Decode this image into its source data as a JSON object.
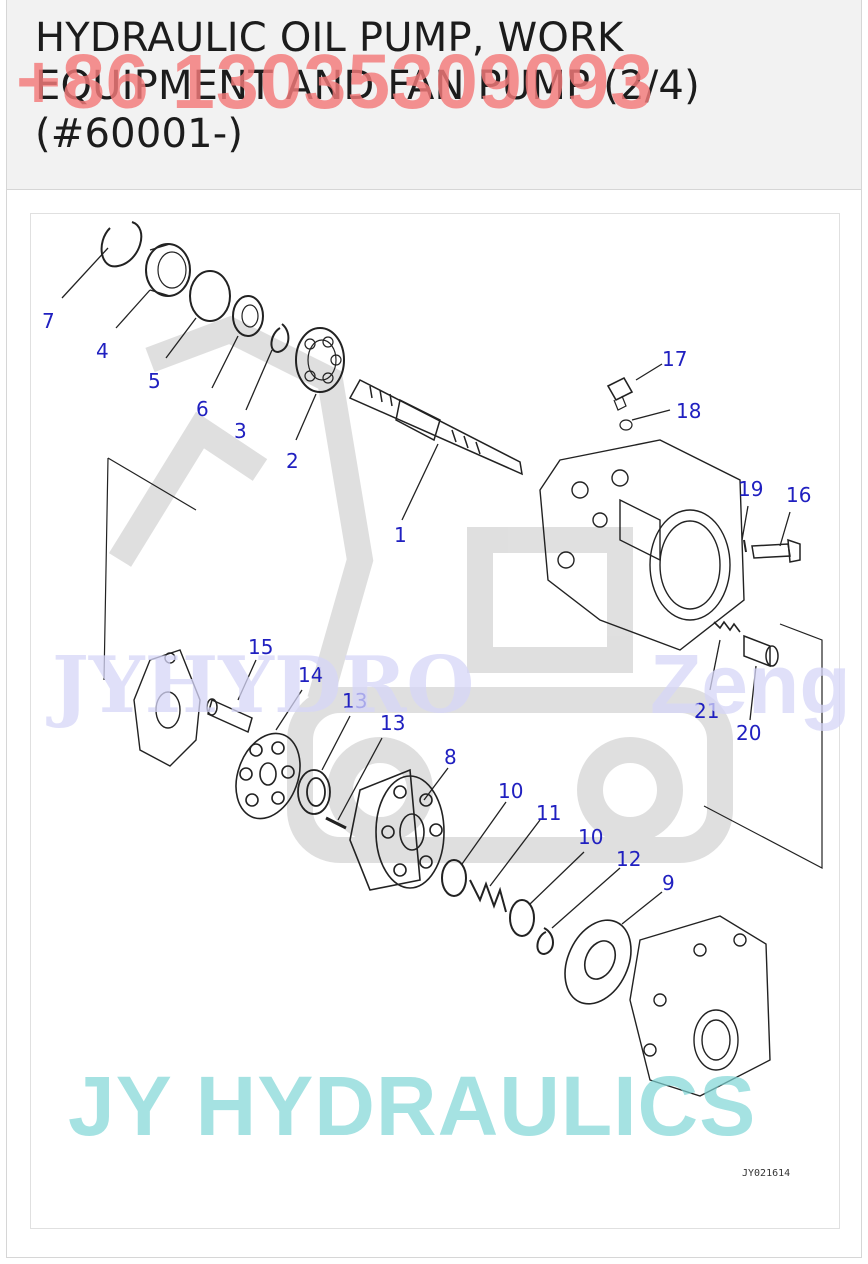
{
  "title": "HYDRAULIC OIL PUMP, WORK EQUIPMENT AND FAN PUMP (2/4) (#60001-)",
  "watermarks": {
    "phone": "+86 13035309093",
    "brand_bottom": "JY HYDRAULICS",
    "brand_middle_left": "JYHYDRO",
    "brand_middle_right": "Zeng"
  },
  "drawing_code": "JY021614",
  "callouts": [
    {
      "id": "c1",
      "label": "1"
    },
    {
      "id": "c2",
      "label": "2"
    },
    {
      "id": "c3",
      "label": "3"
    },
    {
      "id": "c4",
      "label": "4"
    },
    {
      "id": "c5",
      "label": "5"
    },
    {
      "id": "c6",
      "label": "6"
    },
    {
      "id": "c7",
      "label": "7"
    },
    {
      "id": "c8",
      "label": "8"
    },
    {
      "id": "c9",
      "label": "9"
    },
    {
      "id": "c10a",
      "label": "10"
    },
    {
      "id": "c10b",
      "label": "10"
    },
    {
      "id": "c11",
      "label": "11"
    },
    {
      "id": "c12",
      "label": "12"
    },
    {
      "id": "c13",
      "label": "13"
    },
    {
      "id": "c14",
      "label": "14"
    },
    {
      "id": "c15",
      "label": "15"
    },
    {
      "id": "c16",
      "label": "16"
    },
    {
      "id": "c17",
      "label": "17"
    },
    {
      "id": "c18",
      "label": "18"
    },
    {
      "id": "c19a",
      "label": "19"
    },
    {
      "id": "c19b",
      "label": "19"
    },
    {
      "id": "c20",
      "label": "20"
    },
    {
      "id": "c21",
      "label": "21"
    }
  ]
}
